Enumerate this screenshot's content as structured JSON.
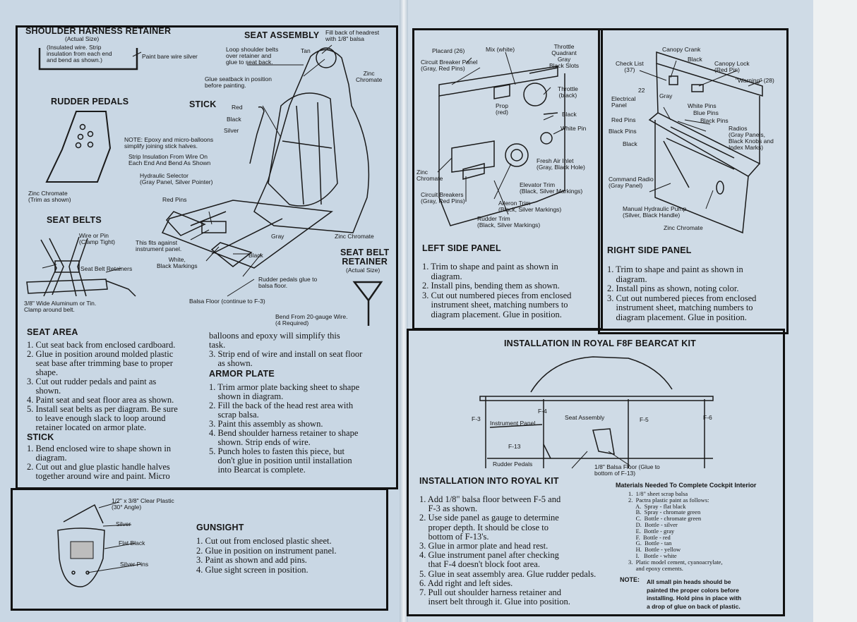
{
  "left": {
    "shoulder": {
      "title": "SHOULDER HARNESS RETAINER",
      "sub": "(Actual Size)",
      "note": "(Insulated wire. Strip\ninsulation from each end\nand bend as shown.)",
      "paint": "Paint bare wire silver"
    },
    "seat_assembly": {
      "title": "SEAT ASSEMBLY",
      "fill": "Fill back of headrest\nwith 1/8\" balsa",
      "tan": "Tan",
      "loop": "Loop shoulder belts\nover retainer and\nglue to seat back.",
      "zinc": "Zinc\nChromate",
      "glue": "Glue seatback in position\nbefore painting."
    },
    "rudder": {
      "title": "RUDDER PEDALS",
      "label": "Zinc Chromate\n(Trim as shown)"
    },
    "stick_diag": {
      "title": "STICK",
      "red": "Red",
      "black": "Black",
      "silver": "Silver",
      "note": "NOTE: Epoxy and micro-balloons\nsimplify joining stick halves.",
      "strip": "Strip Insulation From Wire On\nEach End And Bend As Shown",
      "hydraulic": "Hydraulic Selector\n(Gray Panel, Silver Pointer)",
      "redpins": "Red Pins",
      "fits": "This fits against\ninstrument panel.",
      "white": "White,\nBlack Markings",
      "black2": "Black",
      "gray": "Gray",
      "zinc2": "Zinc Chromate",
      "pedals_glue": "Rudder pedals glue to\nbalsa floor.",
      "balsa": "Balsa Floor (continue to F-3)"
    },
    "seat_belts": {
      "title": "SEAT BELTS",
      "wire": "Wire or Pin\n(Clamp Tight)",
      "retainers": "Seat Belt Retainers",
      "alum": "3/8\" Wide Aluminum or Tin.\nClamp around belt."
    },
    "belt_retainer": {
      "title": "SEAT BELT\nRETAINER",
      "sub": "(Actual Size)",
      "bend": "Bend From 20-gauge Wire.\n(4 Required)"
    },
    "seat_area": {
      "title": "SEAT AREA",
      "lines": [
        "1. Cut seat back from enclosed cardboard.",
        "2. Glue in position around molded plastic",
        "    seat base after trimming base to proper",
        "    shape.",
        "3. Cut out rudder pedals and paint as",
        "    shown.",
        "4. Paint seat and seat floor area as shown.",
        "5. Install seat belts as per diagram. Be sure",
        "    to leave enough slack to loop around",
        "    retainer located on armor plate."
      ]
    },
    "stick": {
      "title": "STICK",
      "lines": [
        "1. Bend enclosed wire to shape shown in",
        "    diagram.",
        "2. Cut out and glue plastic handle halves",
        "    together around wire and paint. Micro"
      ]
    },
    "cont": {
      "lines": [
        "balloons and epoxy will simplify this",
        "task.",
        "3. Strip end of wire and install on seat floor",
        "    as shown."
      ]
    },
    "armor": {
      "title": "ARMOR PLATE",
      "lines": [
        "1. Trim armor plate backing sheet to shape",
        "    shown in diagram.",
        "2. Fill the back of the head rest area with",
        "    scrap balsa.",
        "3. Paint this assembly as shown.",
        "4. Bend shoulder harness retainer to shape",
        "    shown. Strip ends of wire.",
        "5. Punch holes to fasten this piece, but",
        "    don't glue in position until installation",
        "    into Bearcat is complete."
      ]
    },
    "gunsight": {
      "title": "GUNSIGHT",
      "plastic": "1/2\" x 3/8\" Clear Plastic\n(30° Angle)",
      "silver": "Silver",
      "flat": "Flat Black",
      "pins": "Silver Pins",
      "lines": [
        "1. Cut out from enclosed plastic sheet.",
        "2. Glue in position on instrument panel.",
        "3. Paint as shown and add pins.",
        "4. Glue sight screen in position."
      ]
    }
  },
  "left_panel": {
    "labels": {
      "placard": "Placard (26)",
      "mix": "Mix (white)",
      "throttle_q": "Throttle\nQuadrant\nGray\nBlack Slots",
      "cbp": "Circuit Breaker Panel\n(Gray, Red Pins)",
      "throttle": "Throttle\n(black)",
      "prop": "Prop\n(red)",
      "black": "Black",
      "whitepin": "White Pin",
      "fresh": "Fresh Air Inlet\n(Gray, Black Hole)",
      "zinc": "Zinc\nChromate",
      "elev": "Elevator Trim\n(Black, Silver Markings)",
      "cb": "Circuit Breakers\n(Gray, Red Pins)",
      "aileron": "Aileron Trim\n(Black, Silver Markings)",
      "rudder": "Rudder Trim\n(Black, Silver Markings)"
    },
    "title": "LEFT SIDE PANEL",
    "lines": [
      "1. Trim to shape and paint as shown in",
      "    diagram.",
      "2. Install pins, bending them as shown.",
      "3. Cut out numbered pieces from enclosed",
      "    instrument sheet, matching numbers to",
      "    diagram placement. Glue in position."
    ]
  },
  "right_panel": {
    "labels": {
      "crank": "Canopy Crank",
      "black": "Black",
      "checklist": "Check List\n(37)",
      "lock": "Canopy Lock\n(Red Pin)",
      "warning": "\"Warning\" (28)",
      "n22": "22",
      "gray": "Gray",
      "elec": "Electrical\nPanel",
      "whitepins": "White Pins",
      "bluepins": "Blue Pins",
      "redpins": "Red Pins",
      "blackpins": "Black Pins",
      "blackpins2": "Black Pins",
      "radios": "Radios\n(Gray Panels,\nBlack Knobs and\nIndex Marks)",
      "black2": "Black",
      "cmd": "Command Radio\n(Gray Panel)",
      "pump": "Manual Hydraulic Pump\n(Silver, Black Handle)",
      "zinc": "Zinc Chromate"
    },
    "title": "RIGHT SIDE PANEL",
    "lines": [
      "1. Trim to shape and paint as shown in",
      "    diagram.",
      "2. Install pins as shown, noting color.",
      "3. Cut out numbered pieces from enclosed",
      "    instrument sheet, matching numbers to",
      "    diagram placement. Glue in position."
    ]
  },
  "install": {
    "title": "INSTALLATION IN ROYAL F8F BEARCAT KIT",
    "labels": {
      "f3": "F-3",
      "f4": "F-4",
      "f5": "F-5",
      "f6": "F-6",
      "f13": "F-13",
      "ip": "Instrument Panel",
      "seat": "Seat Assembly",
      "pedals": "Rudder Pedals",
      "balsa": "1/8\" Balsa Floor (Glue to\nbottom of F-13)"
    },
    "subtitle": "INSTALLATION INTO ROYAL KIT",
    "lines": [
      "1. Add 1/8\" balsa floor between F-5 and",
      "    F-3 as shown.",
      "2. Use side panel as gauge to determine",
      "    proper depth. It should be close to",
      "    bottom of F-13's.",
      "3. Glue in armor plate and head rest.",
      "4. Glue instrument panel after checking",
      "    that F-4 doesn't block foot area.",
      "5. Glue in seat assembly area. Glue rudder pedals.",
      "6. Add right and left sides.",
      "7. Pull out shoulder harness retainer and",
      "    insert belt through it. Glue into position."
    ],
    "materials_title": "Materials Needed To Complete Cockpit Interior",
    "materials": [
      "1.  1/8\" sheet scrap balsa",
      "2.  Pactra plastic paint as follows:",
      "     A.  Spray - flat black",
      "     B.  Spray - chromate green",
      "     C.  Bottle - chromate green",
      "     D.  Bottle - silver",
      "     E.  Bottle - gray",
      "     F.  Bottle - red",
      "     G.  Bottle - tan",
      "     H.  Bottle - yellow",
      "     I.   Bottle - white",
      "3.  Platic model cement, cyanoacrylate,",
      "     and epoxy cements."
    ],
    "note_label": "NOTE:",
    "note": "All small pin heads should be\npainted the proper colors before\ninstalling. Hold pins in place with\na drop of glue on back of plastic."
  }
}
